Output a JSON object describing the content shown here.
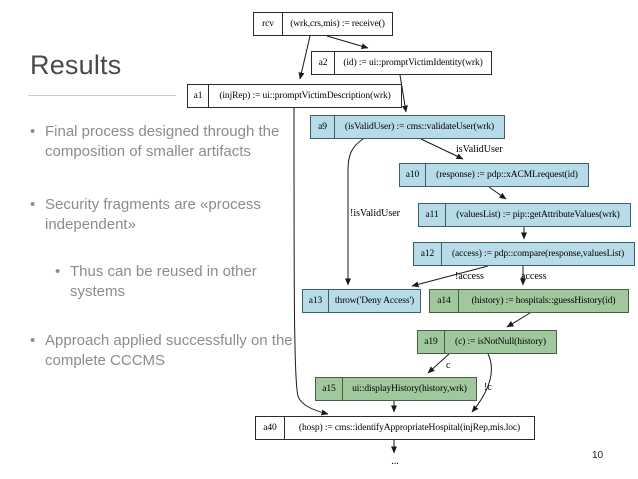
{
  "slide": {
    "title": "Results",
    "bullet_char": "•",
    "bullets": [
      {
        "level": 1,
        "text": "Final process designed through the composition of smaller artifacts"
      },
      {
        "level": 1,
        "text": "Security fragments are «process independent»"
      },
      {
        "level": 2,
        "text": "Thus can be reused in other systems"
      },
      {
        "level": 1,
        "text": "Approach applied successfully on the complete CCCMS"
      }
    ],
    "page_number": "10"
  },
  "diagram": {
    "colors": {
      "white": "#ffffff",
      "blue": "#b7dbe7",
      "green": "#a0c79d"
    },
    "nodes": [
      {
        "id": "rcv",
        "text": "(wrk,crs,mis) := receive()",
        "fill": "white"
      },
      {
        "id": "a2",
        "text": "(id) := ui::promptVictimIdentity(wrk)",
        "fill": "white"
      },
      {
        "id": "a1",
        "text": "(injRep) := ui::promptVictimDescription(wrk)",
        "fill": "white"
      },
      {
        "id": "a9",
        "text": "(isValidUser) := cms::validateUser(wrk)",
        "fill": "blue"
      },
      {
        "id": "a10",
        "text": "(response) := pdp::xACMLrequest(id)",
        "fill": "blue"
      },
      {
        "id": "a11",
        "text": "(valuesList) := pip::getAttributeValues(wrk)",
        "fill": "blue"
      },
      {
        "id": "a12",
        "text": "(access) := pdp::compare(response,valuesList)",
        "fill": "blue"
      },
      {
        "id": "a13",
        "text": "throw('Deny Access')",
        "fill": "blue"
      },
      {
        "id": "a14",
        "text": "(history) := hospitals::guessHistory(id)",
        "fill": "green"
      },
      {
        "id": "a19",
        "text": "(c) := isNotNull(history)",
        "fill": "green"
      },
      {
        "id": "a15",
        "text": "ui::displayHistory(history,wrk)",
        "fill": "green"
      },
      {
        "id": "a40",
        "text": "(hosp) := cms::identifyAppropriateHospital(injRep,mis.loc)",
        "fill": "white"
      }
    ],
    "edge_labels": [
      {
        "text": "isValidUser"
      },
      {
        "text": "!isValidUser"
      },
      {
        "text": "!access"
      },
      {
        "text": "access"
      },
      {
        "text": "c"
      },
      {
        "text": "!c"
      }
    ],
    "continuation": "..."
  }
}
